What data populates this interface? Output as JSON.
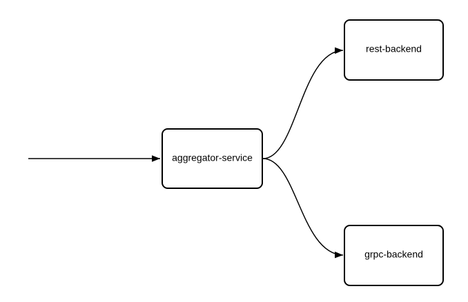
{
  "diagram": {
    "nodes": {
      "aggregator": {
        "label": "aggregator-service"
      },
      "rest": {
        "label": "rest-backend"
      },
      "grpc": {
        "label": "grpc-backend"
      }
    },
    "edges": [
      {
        "from": "external",
        "to": "aggregator"
      },
      {
        "from": "aggregator",
        "to": "rest"
      },
      {
        "from": "aggregator",
        "to": "grpc"
      }
    ],
    "colors": {
      "stroke": "#000000",
      "fill": "#ffffff",
      "text": "#000000"
    }
  }
}
